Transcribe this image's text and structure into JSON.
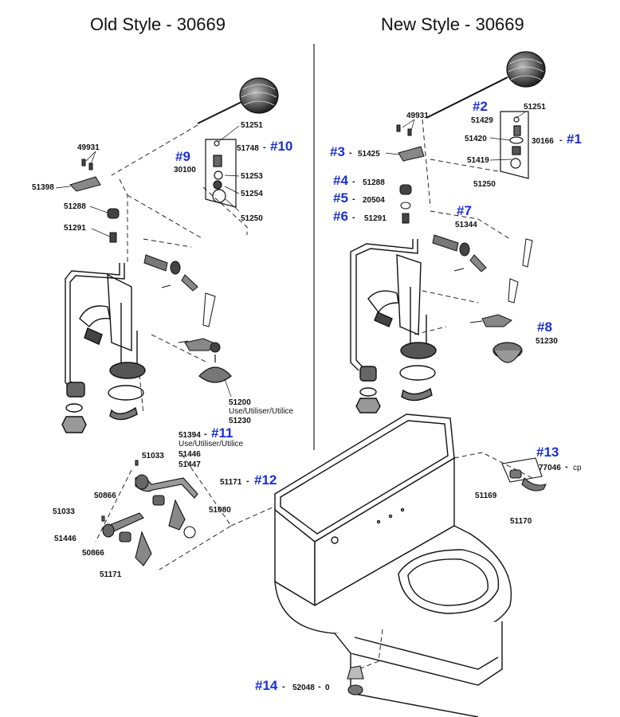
{
  "headings": {
    "old_style": "Old Style - 30669",
    "new_style": "New Style - 30669"
  },
  "colors": {
    "callout": "#1a2fd6",
    "ink": "#111111",
    "background": "#ffffff"
  },
  "old_style_parts": {
    "p49931": "49931",
    "p51398": "51398",
    "p51288": "51288",
    "p51291": "51291",
    "p51251": "51251",
    "p51748": "51748",
    "p30100": "30100",
    "p51253": "51253",
    "p51254": "51254",
    "p51250": "51250",
    "p51200": "51200",
    "p51200_note": "Use/Utiliser/Utilice",
    "p51230": "51230"
  },
  "old_callouts": {
    "c9": "#9",
    "c10": "#10"
  },
  "new_style_parts": {
    "p49931": "49931",
    "p51251": "51251",
    "p51429": "51429",
    "p51420": "51420",
    "p30166": "30166",
    "p51425": "51425",
    "p51419": "51419",
    "p51288": "51288",
    "p51250": "51250",
    "p20504": "20504",
    "p51291": "51291",
    "p51344": "51344",
    "p51230": "51230"
  },
  "new_callouts": {
    "c1": "#1",
    "c2": "#2",
    "c3": "#3",
    "c4": "#4",
    "c5": "#5",
    "c6": "#6",
    "c7": "#7",
    "c8": "#8"
  },
  "lever_parts": {
    "p51394": "51394",
    "p51394_note": "Use/Utiliser/Utilice",
    "p51446a": "51446",
    "p51447": "51447",
    "p51033a": "51033",
    "p51171a": "51171",
    "p50866a": "50866",
    "p51080": "51080",
    "p51033b": "51033",
    "p51446b": "51446",
    "p50866b": "50866",
    "p51171b": "51171"
  },
  "lever_callouts": {
    "c11": "#11",
    "c12": "#12"
  },
  "toilet_parts": {
    "p77046": "77046",
    "p77046_suffix": "cp",
    "p51169": "51169",
    "p51170": "51170",
    "p52048": "52048",
    "p52048_suffix": "0"
  },
  "toilet_callouts": {
    "c13": "#13",
    "c14": "#14"
  },
  "separator": "-"
}
